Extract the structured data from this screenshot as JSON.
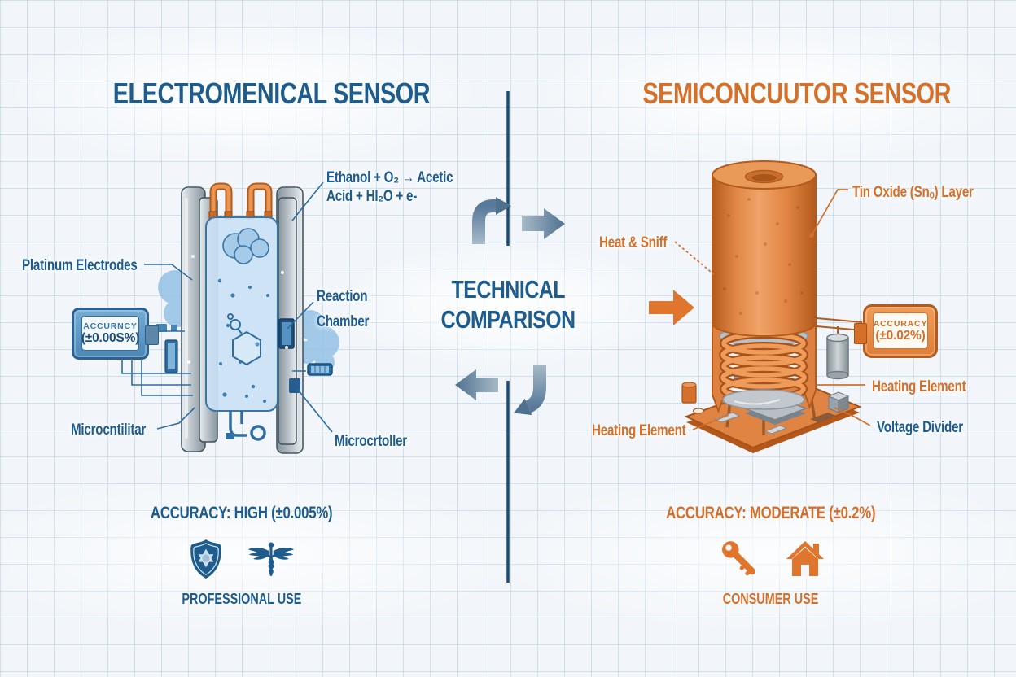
{
  "colors": {
    "blue": "#1d5c8d",
    "orange": "#d4702a",
    "divider": "#1c4d79",
    "arrow_light": "#a7bac8",
    "arrow_dark": "#4f7190"
  },
  "left": {
    "title": "ELECTROMENICAL SENSOR",
    "labels": {
      "equation1": "Ethanol + O₂ → Acetic",
      "equation2": "Acid + Hl₂O + e-",
      "platinum": "Platinum Electrodes",
      "reaction1": "Reaction",
      "reaction2": "Chamber",
      "micro_a": "Microcntilitar",
      "micro_b": "Microcrtoller"
    },
    "meter": {
      "title": "ACCURNCY",
      "value": "(±0.00S%)"
    },
    "accuracy_line": "ACCURACY: HIGH (±0.005%)",
    "use_line": "PROFESSIONAL USE",
    "icons": [
      "badge-icon",
      "caduceus-icon"
    ]
  },
  "center": {
    "line1": "TECHNICAL",
    "line2": "COMPARISON"
  },
  "right": {
    "title": "SEMICONCUUTOR SENSOR",
    "labels": {
      "tin_oxide": "Tin Oxide (Snₒ) Layer",
      "heat_sniff": "Heat & Sniff",
      "heating_element_right": "Heating Element",
      "voltage_divider": "Voltage Divider",
      "heating_element_left": "Heating Element"
    },
    "meter": {
      "title": "ACCURACY",
      "value": "(±0.02%)"
    },
    "accuracy_line": "ACCURACY: MODERATE (±0.2%)",
    "use_line": "CONSUMER USE",
    "icons": [
      "key-icon",
      "house-icon"
    ]
  }
}
